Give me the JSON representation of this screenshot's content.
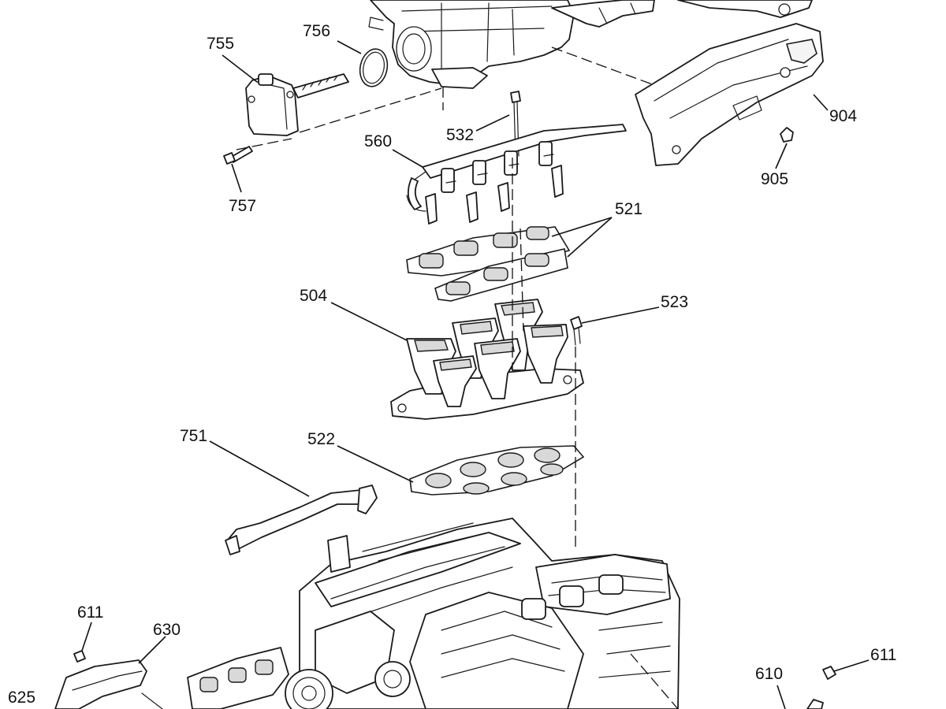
{
  "diagram": {
    "callouts": [
      {
        "id": "755",
        "label": "755"
      },
      {
        "id": "756",
        "label": "756"
      },
      {
        "id": "757",
        "label": "757"
      },
      {
        "id": "532",
        "label": "532"
      },
      {
        "id": "560",
        "label": "560"
      },
      {
        "id": "904",
        "label": "904"
      },
      {
        "id": "905",
        "label": "905"
      },
      {
        "id": "521",
        "label": "521"
      },
      {
        "id": "504",
        "label": "504"
      },
      {
        "id": "523",
        "label": "523"
      },
      {
        "id": "751",
        "label": "751"
      },
      {
        "id": "522",
        "label": "522"
      },
      {
        "id": "611a",
        "label": "611"
      },
      {
        "id": "630",
        "label": "630"
      },
      {
        "id": "625",
        "label": "625"
      },
      {
        "id": "610",
        "label": "610"
      },
      {
        "id": "611b",
        "label": "611"
      }
    ]
  }
}
